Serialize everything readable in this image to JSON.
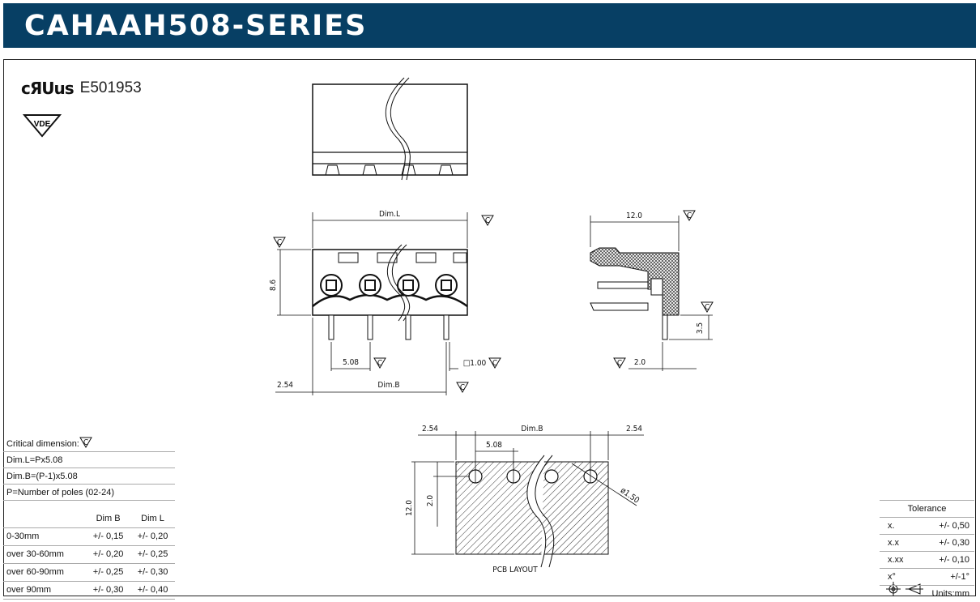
{
  "header": {
    "title": "CAHAAH508-SERIES",
    "bg_color": "#073f64"
  },
  "certs": {
    "ul_logo": "cЯUus",
    "ul_file": "E501953",
    "vde_logo": "VDE"
  },
  "drawing": {
    "dims": {
      "dim_l": "Dim.L",
      "height_8_6": "8.6",
      "width_12": "12.0",
      "pitch_5_08": "5.08",
      "dim_b": "Dim.B",
      "offset_2_54": "2.54",
      "pin_1_00": "□1.00",
      "pin_len_3_5": "3.5",
      "pin_off_2_0": "2.0"
    },
    "pcb": {
      "left_2_54": "2.54",
      "dim_b": "Dim.B",
      "right_2_54": "2.54",
      "pitch_5_08": "5.08",
      "height_12": "12.0",
      "offset_2_0": "2.0",
      "hole_dia": "ø1.50",
      "label": "PCB LAYOUT"
    },
    "critical_mark": "C"
  },
  "notes": {
    "critical": "Critical dimension:",
    "dim_l_formula": "Dim.L=Px5.08",
    "dim_b_formula": "Dim.B=(P-1)x5.08",
    "poles": "P=Number of poles (02-24)"
  },
  "dim_table": {
    "headers": [
      "",
      "Dim B",
      "Dim L"
    ],
    "rows": [
      [
        "0-30mm",
        "+/- 0,15",
        "+/- 0,20"
      ],
      [
        "over 30-60mm",
        "+/- 0,20",
        "+/- 0,25"
      ],
      [
        "over 60-90mm",
        "+/- 0,25",
        "+/- 0,30"
      ],
      [
        "over 90mm",
        "+/- 0,30",
        "+/- 0,40"
      ]
    ]
  },
  "tolerance": {
    "title": "Tolerance",
    "rows": [
      [
        "x.",
        "+/- 0,50"
      ],
      [
        "x.x",
        "+/- 0,30"
      ],
      [
        "x.xx",
        "+/- 0,10"
      ],
      [
        "x°",
        "+/-1°"
      ]
    ],
    "units": "Units:mm"
  }
}
